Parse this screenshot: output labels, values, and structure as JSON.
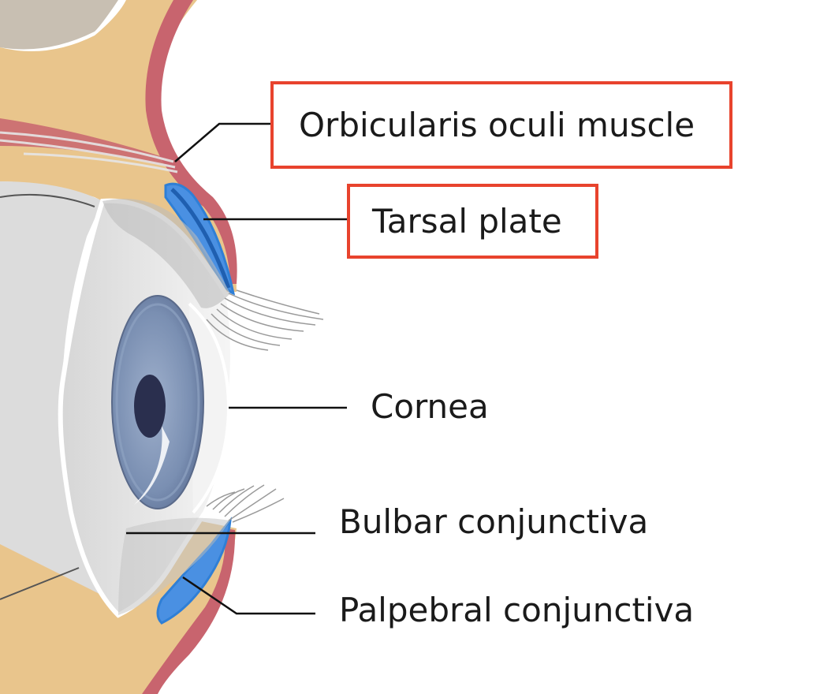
{
  "labels": {
    "orbicularis": "Orbicularis oculi muscle",
    "tarsal": "Tarsal plate",
    "cornea": "Cornea",
    "bulbar": "Bulbar conjunctiva",
    "palpebral": "Palpebral conjunctiva"
  },
  "colors": {
    "highlight_box": "#e8432d",
    "skin": "#e9c58c",
    "muscle": "#c8646e",
    "tarsal": "#2f7fd6",
    "sclera": "#e4e4e4",
    "iris": "#7d92b3",
    "pupil": "#2a2f4e",
    "leader_line": "#111111"
  }
}
